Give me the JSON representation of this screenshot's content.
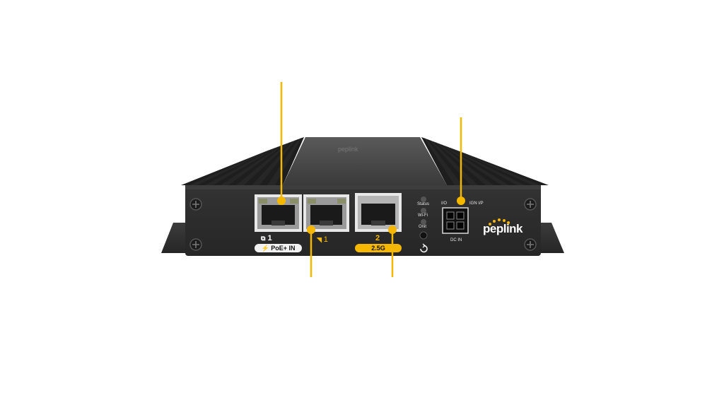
{
  "device": {
    "brand": "peplink",
    "ports": {
      "lan_number": "1",
      "lan_pill": "⚡ PoE+ IN",
      "wan_number": "1",
      "port2_number": "2",
      "port2_pill": "2.5G"
    },
    "leds": {
      "status": "Status",
      "wifi": "Wi-Fi",
      "onit": "Onit"
    },
    "power": {
      "io": "I/O",
      "ign": "IGN I/P",
      "dc": "DC IN"
    }
  },
  "colors": {
    "callout": "#f5b700",
    "chassis": "#2b2b2b",
    "fins": "#1e1e1e"
  }
}
